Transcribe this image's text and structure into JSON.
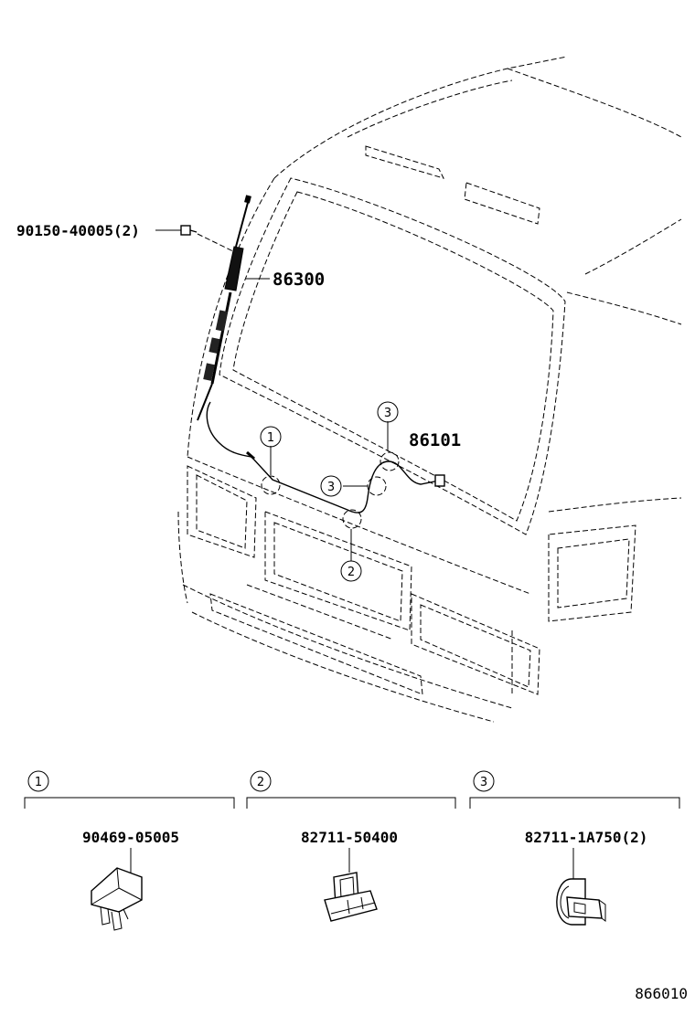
{
  "callouts": {
    "bolt": "90150-40005(2)",
    "antenna": "86300",
    "cord": "86101"
  },
  "refs": {
    "one": "1",
    "two": "2",
    "three": "3"
  },
  "details": [
    {
      "ref": "1",
      "part": "90469-05005"
    },
    {
      "ref": "2",
      "part": "82711-50400"
    },
    {
      "ref": "3",
      "part": "82711-1A750(2)"
    }
  ],
  "diagram_code": "866010"
}
